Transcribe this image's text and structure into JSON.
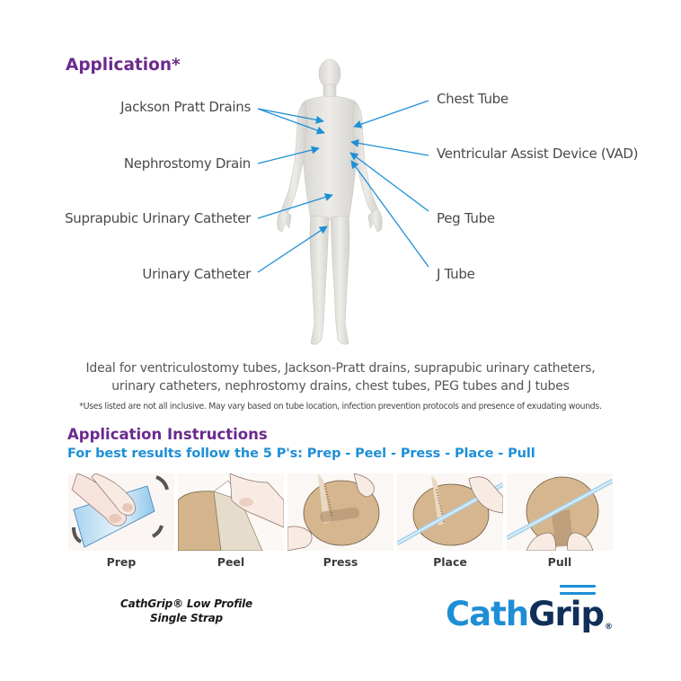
{
  "application": {
    "title": "Application*",
    "labels_left": [
      {
        "id": "jackson-pratt-drains",
        "text": "Jackson Pratt Drains"
      },
      {
        "id": "nephrostomy-drain",
        "text": "Nephrostomy Drain"
      },
      {
        "id": "suprapubic-urinary-catheter",
        "text": "Suprapubic Urinary Catheter"
      },
      {
        "id": "urinary-catheter",
        "text": "Urinary Catheter"
      }
    ],
    "labels_right": [
      {
        "id": "chest-tube",
        "text": "Chest Tube"
      },
      {
        "id": "vad",
        "text": "Ventricular Assist Device (VAD)"
      },
      {
        "id": "peg-tube",
        "text": "Peg Tube"
      },
      {
        "id": "j-tube",
        "text": "J Tube"
      }
    ],
    "arrow_color": "#1e8fd6",
    "description_line1": "Ideal for ventriculostomy tubes, Jackson-Pratt drains, suprapubic urinary catheters,",
    "description_line2": "urinary catheters, nephrostomy drains, chest tubes, PEG tubes and J tubes",
    "footnote": "*Uses listed are not all inclusive. May vary based on tube location, infection prevention protocols and presence of exudating wounds."
  },
  "instructions": {
    "title": "Application Instructions",
    "subtitle": "For best results follow the 5 P's: Prep - Peel - Press - Place - Pull",
    "steps": [
      {
        "label": "Prep",
        "icon": "prep-illustration"
      },
      {
        "label": "Peel",
        "icon": "peel-illustration"
      },
      {
        "label": "Press",
        "icon": "press-illustration"
      },
      {
        "label": "Place",
        "icon": "place-illustration"
      },
      {
        "label": "Pull",
        "icon": "pull-illustration"
      }
    ]
  },
  "product": {
    "name_line1": "CathGrip® Low Profile",
    "name_line2": "Single Strap"
  },
  "logo": {
    "part1": "Cath",
    "part2": "Grip",
    "registered": "®",
    "color_primary": "#1e8fd6",
    "color_secondary": "#10305a"
  },
  "colors": {
    "heading_purple": "#6b2a8c",
    "accent_blue": "#1e8fd6"
  }
}
